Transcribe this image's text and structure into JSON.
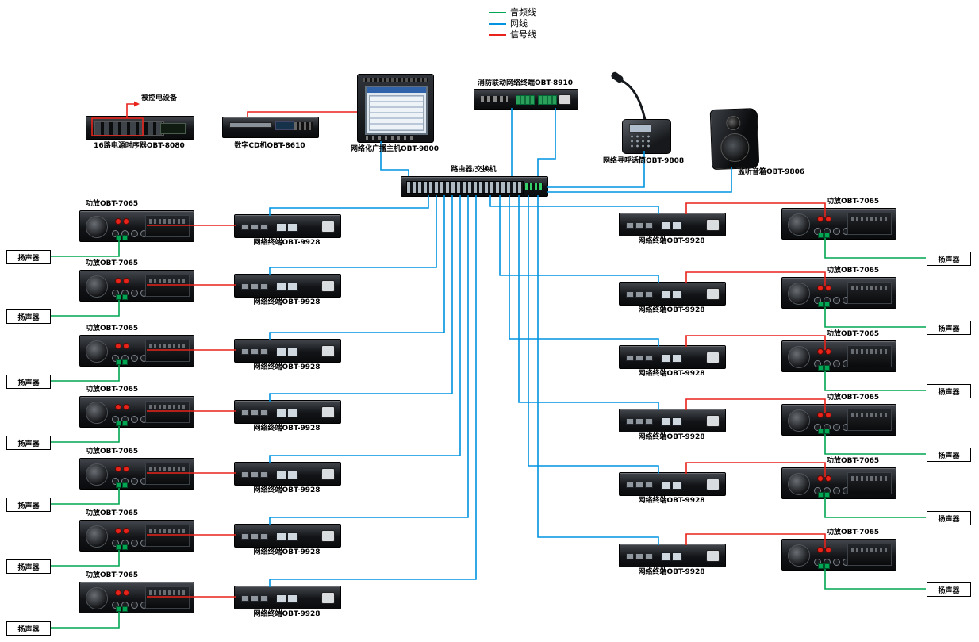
{
  "colors": {
    "audio": "#00a651",
    "network": "#0094e0",
    "signal": "#e8231a"
  },
  "legend": {
    "items": [
      {
        "id": "audio",
        "label": "音频线"
      },
      {
        "id": "network",
        "label": "网线"
      },
      {
        "id": "signal",
        "label": "信号线"
      }
    ]
  },
  "top": {
    "controlled_device_label": "被控电设备",
    "power_sequencer_label": "16路电源时序器OBT-8080",
    "cd_player_label": "数字CD机OBT-8610",
    "host_label": "网络化广播主机OBT-9800",
    "fire_terminal_label": "消防联动网络终端OBT-8910",
    "paging_mic_label": "网络寻呼话筒OBT-9808",
    "monitor_speaker_label": "监听音箱OBT-9806",
    "switch_label": "路由器/交换机"
  },
  "left_rows": [
    {
      "amp_label": "功放OBT-7065",
      "terminal_label": "网络终端OBT-9928",
      "speaker_label": "扬声器"
    },
    {
      "amp_label": "功放OBT-7065",
      "terminal_label": "网络终端OBT-9928",
      "speaker_label": "扬声器"
    },
    {
      "amp_label": "功放OBT-7065",
      "terminal_label": "网络终端OBT-9928",
      "speaker_label": "扬声器"
    },
    {
      "amp_label": "功放OBT-7065",
      "terminal_label": "网络终端OBT-9928",
      "speaker_label": "扬声器"
    },
    {
      "amp_label": "功放OBT-7065",
      "terminal_label": "网络终端OBT-9928",
      "speaker_label": "扬声器"
    },
    {
      "amp_label": "功放OBT-7065",
      "terminal_label": "网络终端OBT-9928",
      "speaker_label": "扬声器"
    },
    {
      "amp_label": "功放OBT-7065",
      "terminal_label": "网络终端OBT-9928",
      "speaker_label": "扬声器"
    }
  ],
  "right_rows": [
    {
      "terminal_label": "网络终端OBT-9928",
      "amp_label": "功放OBT-7065",
      "speaker_label": "扬声器"
    },
    {
      "terminal_label": "网络终端OBT-9928",
      "amp_label": "功放OBT-7065",
      "speaker_label": "扬声器"
    },
    {
      "terminal_label": "网络终端OBT-9928",
      "amp_label": "功放OBT-7065",
      "speaker_label": "扬声器"
    },
    {
      "terminal_label": "网络终端OBT-9928",
      "amp_label": "功放OBT-7065",
      "speaker_label": "扬声器"
    },
    {
      "terminal_label": "网络终端OBT-9928",
      "amp_label": "功放OBT-7065",
      "speaker_label": "扬声器"
    },
    {
      "terminal_label": "网络终端OBT-9928",
      "amp_label": "功放OBT-7065",
      "speaker_label": "扬声器"
    }
  ]
}
